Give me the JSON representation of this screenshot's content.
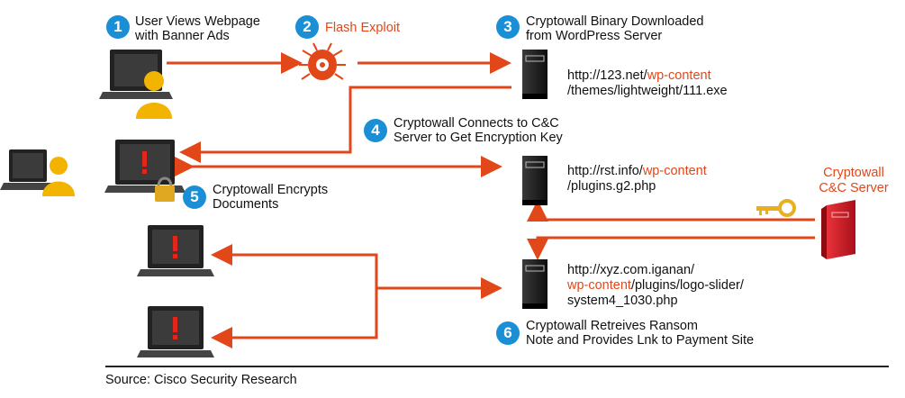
{
  "steps": [
    {
      "num": "1",
      "line1": "User Views Webpage",
      "line2": "with Banner Ads"
    },
    {
      "num": "2",
      "line1": "Flash Exploit"
    },
    {
      "num": "3",
      "line1": "Cryptowall Binary Downloaded",
      "line2": "from WordPress Server"
    },
    {
      "num": "4",
      "line1": "Cryptowall Connects to C&C",
      "line2": "Server to Get Encryption Key"
    },
    {
      "num": "5",
      "line1": "Cryptowall Encrypts",
      "line2": "Documents"
    },
    {
      "num": "6",
      "line1": "Cryptowall Retreives Ransom",
      "line2": "Note and Provides Lnk to Payment Site"
    }
  ],
  "servers": {
    "s1": {
      "pre": "http://123.net/",
      "hl": "wp-content",
      "line2": "/themes/lightweight/111.exe"
    },
    "s2": {
      "pre": "http://rst.info/",
      "hl": "wp-content",
      "line2": "/plugins.g2.php"
    },
    "s3": {
      "line1": "http://xyz.com.iganan/",
      "hl": "wp-content",
      "post": "/plugins/logo-slider/",
      "line3": "system4_1030.php"
    }
  },
  "cc_server": {
    "line1": "Cryptowall",
    "line2": "C&C Server"
  },
  "source": "Source: Cisco Security Research",
  "colors": {
    "accent_red": "#e2471a",
    "step_blue": "#1a8fd6",
    "cc_red": "#d0202a",
    "user_yellow": "#f2b400",
    "key_gold": "#e8b020"
  }
}
